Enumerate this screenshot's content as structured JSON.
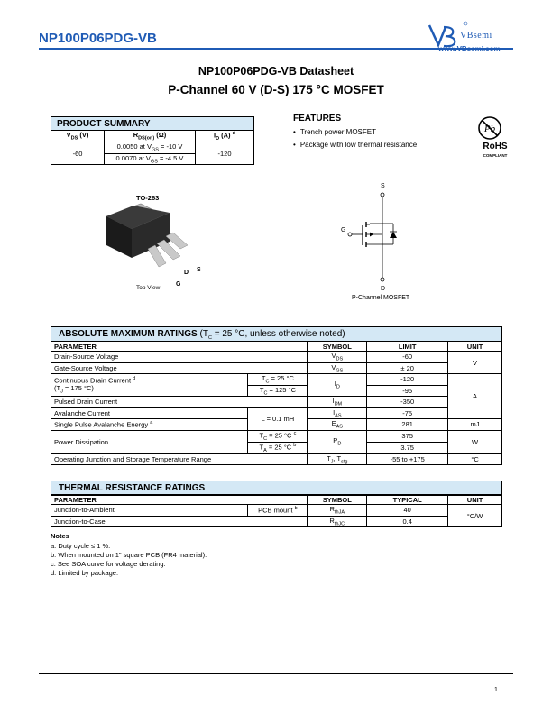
{
  "header": {
    "part_number": "NP100P06PDG-VB",
    "logo_text": "VBsemi",
    "url": "www.VBsemi.com"
  },
  "title": {
    "line1": "NP100P06PDG-VB Datasheet",
    "line2": "P-Channel 60 V (D-S) 175 °C MOSFET"
  },
  "product_summary": {
    "title": "PRODUCT SUMMARY",
    "col_vds": "V",
    "col_vds_sub": "DS",
    "col_vds_unit": " (V)",
    "col_rds": "R",
    "col_rds_sub": "DS(on)",
    "col_rds_unit": " (Ω)",
    "col_id": "I",
    "col_id_sub": "D",
    "col_id_unit": " (A)",
    "col_id_note": "d",
    "vds": "-60",
    "rds1_val": "0.0050 at V",
    "rds1_cond": " = -10 V",
    "rds2_val": "0.0070 at V",
    "rds2_cond": " = -4.5 V",
    "rds_sub": "GS",
    "id": "-120"
  },
  "features": {
    "title": "FEATURES",
    "items": [
      "Trench power MOSFET",
      "Package with low thermal resistance"
    ]
  },
  "rohs": {
    "label": "RoHS",
    "sub": "COMPLIANT",
    "mark": "Pb"
  },
  "package": {
    "name": "TO-263",
    "pin_g": "G",
    "pin_d": "D",
    "pin_s": "S",
    "view": "Top View"
  },
  "symbol": {
    "s": "S",
    "g": "G",
    "d": "D",
    "caption": "P-Channel MOSFET"
  },
  "amr": {
    "title": "ABSOLUTE MAXIMUM RATINGS",
    "cond_pre": "(T",
    "cond_sub": "C",
    "cond_post": " = 25 °C, unless otherwise noted)",
    "headers": {
      "param": "PARAMETER",
      "symbol": "SYMBOL",
      "limit": "LIMIT",
      "unit": "UNIT"
    },
    "vds_param": "Drain-Source Voltage",
    "vds_sym": "V",
    "vds_sym_sub": "DS",
    "vds_limit": "-60",
    "vgs_param": "Gate-Source Voltage",
    "vgs_sym": "V",
    "vgs_sym_sub": "GS",
    "vgs_limit": "± 20",
    "v_unit": "V",
    "id_param": "Continuous Drain Current",
    "id_note": "d",
    "id_param2a": "(T",
    "id_param2_sub": "J",
    "id_param2b": " = 175 °C)",
    "id_cond1a": "T",
    "id_cond1_sub": "C",
    "id_cond1b": " = 25 °C",
    "id_cond2a": "T",
    "id_cond2_sub": "C",
    "id_cond2b": " = 125 °C",
    "id_sym": "I",
    "id_sym_sub": "D",
    "id_limit1": "-120",
    "id_limit2": "-95",
    "idm_param": "Pulsed Drain Current",
    "idm_sym": "I",
    "idm_sym_sub": "DM",
    "idm_limit": "-350",
    "a_unit": "A",
    "ias_param": "Avalanche Current",
    "ias_sym": "I",
    "ias_sym_sub": "AS",
    "ias_limit": "-75",
    "l_cond": "L = 0.1 mH",
    "eas_param": "Single Pulse Avalanche Energy",
    "eas_note": "a",
    "eas_sym": "E",
    "eas_sym_sub": "AS",
    "eas_limit": "281",
    "eas_unit": "mJ",
    "pd_param": "Power Dissipation",
    "pd_cond1a": "T",
    "pd_cond1_sub": "C",
    "pd_cond1b": " = 25 °C",
    "pd_cond1_note": "c",
    "pd_cond2a": "T",
    "pd_cond2_sub": "A",
    "pd_cond2b": " = 25 °C",
    "pd_cond2_note": "b",
    "pd_sym": "P",
    "pd_sym_sub": "D",
    "pd_limit1": "375",
    "pd_limit2": "3.75",
    "pd_unit": "W",
    "tj_param": "Operating Junction and Storage Temperature Range",
    "tj_sym_a": "T",
    "tj_sym_sub1": "J",
    "tj_sym_b": ", T",
    "tj_sym_sub2": "stg",
    "tj_limit": "-55 to +175",
    "tj_unit": "°C"
  },
  "thermal": {
    "title": "THERMAL RESISTANCE RATINGS",
    "headers": {
      "param": "PARAMETER",
      "symbol": "SYMBOL",
      "typical": "TYPICAL",
      "unit": "UNIT"
    },
    "ja_param": "Junction-to-Ambient",
    "ja_cond": "PCB mount",
    "ja_note": "b",
    "ja_sym": "R",
    "ja_sym_sub": "thJA",
    "ja_val": "40",
    "jc_param": "Junction-to-Case",
    "jc_sym": "R",
    "jc_sym_sub": "thJC",
    "jc_val": "0.4",
    "unit": "°C/W"
  },
  "notes": {
    "title": "Notes",
    "items": [
      "a.  Duty cycle ≤ 1 %.",
      "b.  When mounted on 1\" square PCB (FR4 material).",
      "c.  See SOA curve for voltage derating.",
      "d.  Limited by package."
    ]
  },
  "footer": {
    "page": "1"
  }
}
